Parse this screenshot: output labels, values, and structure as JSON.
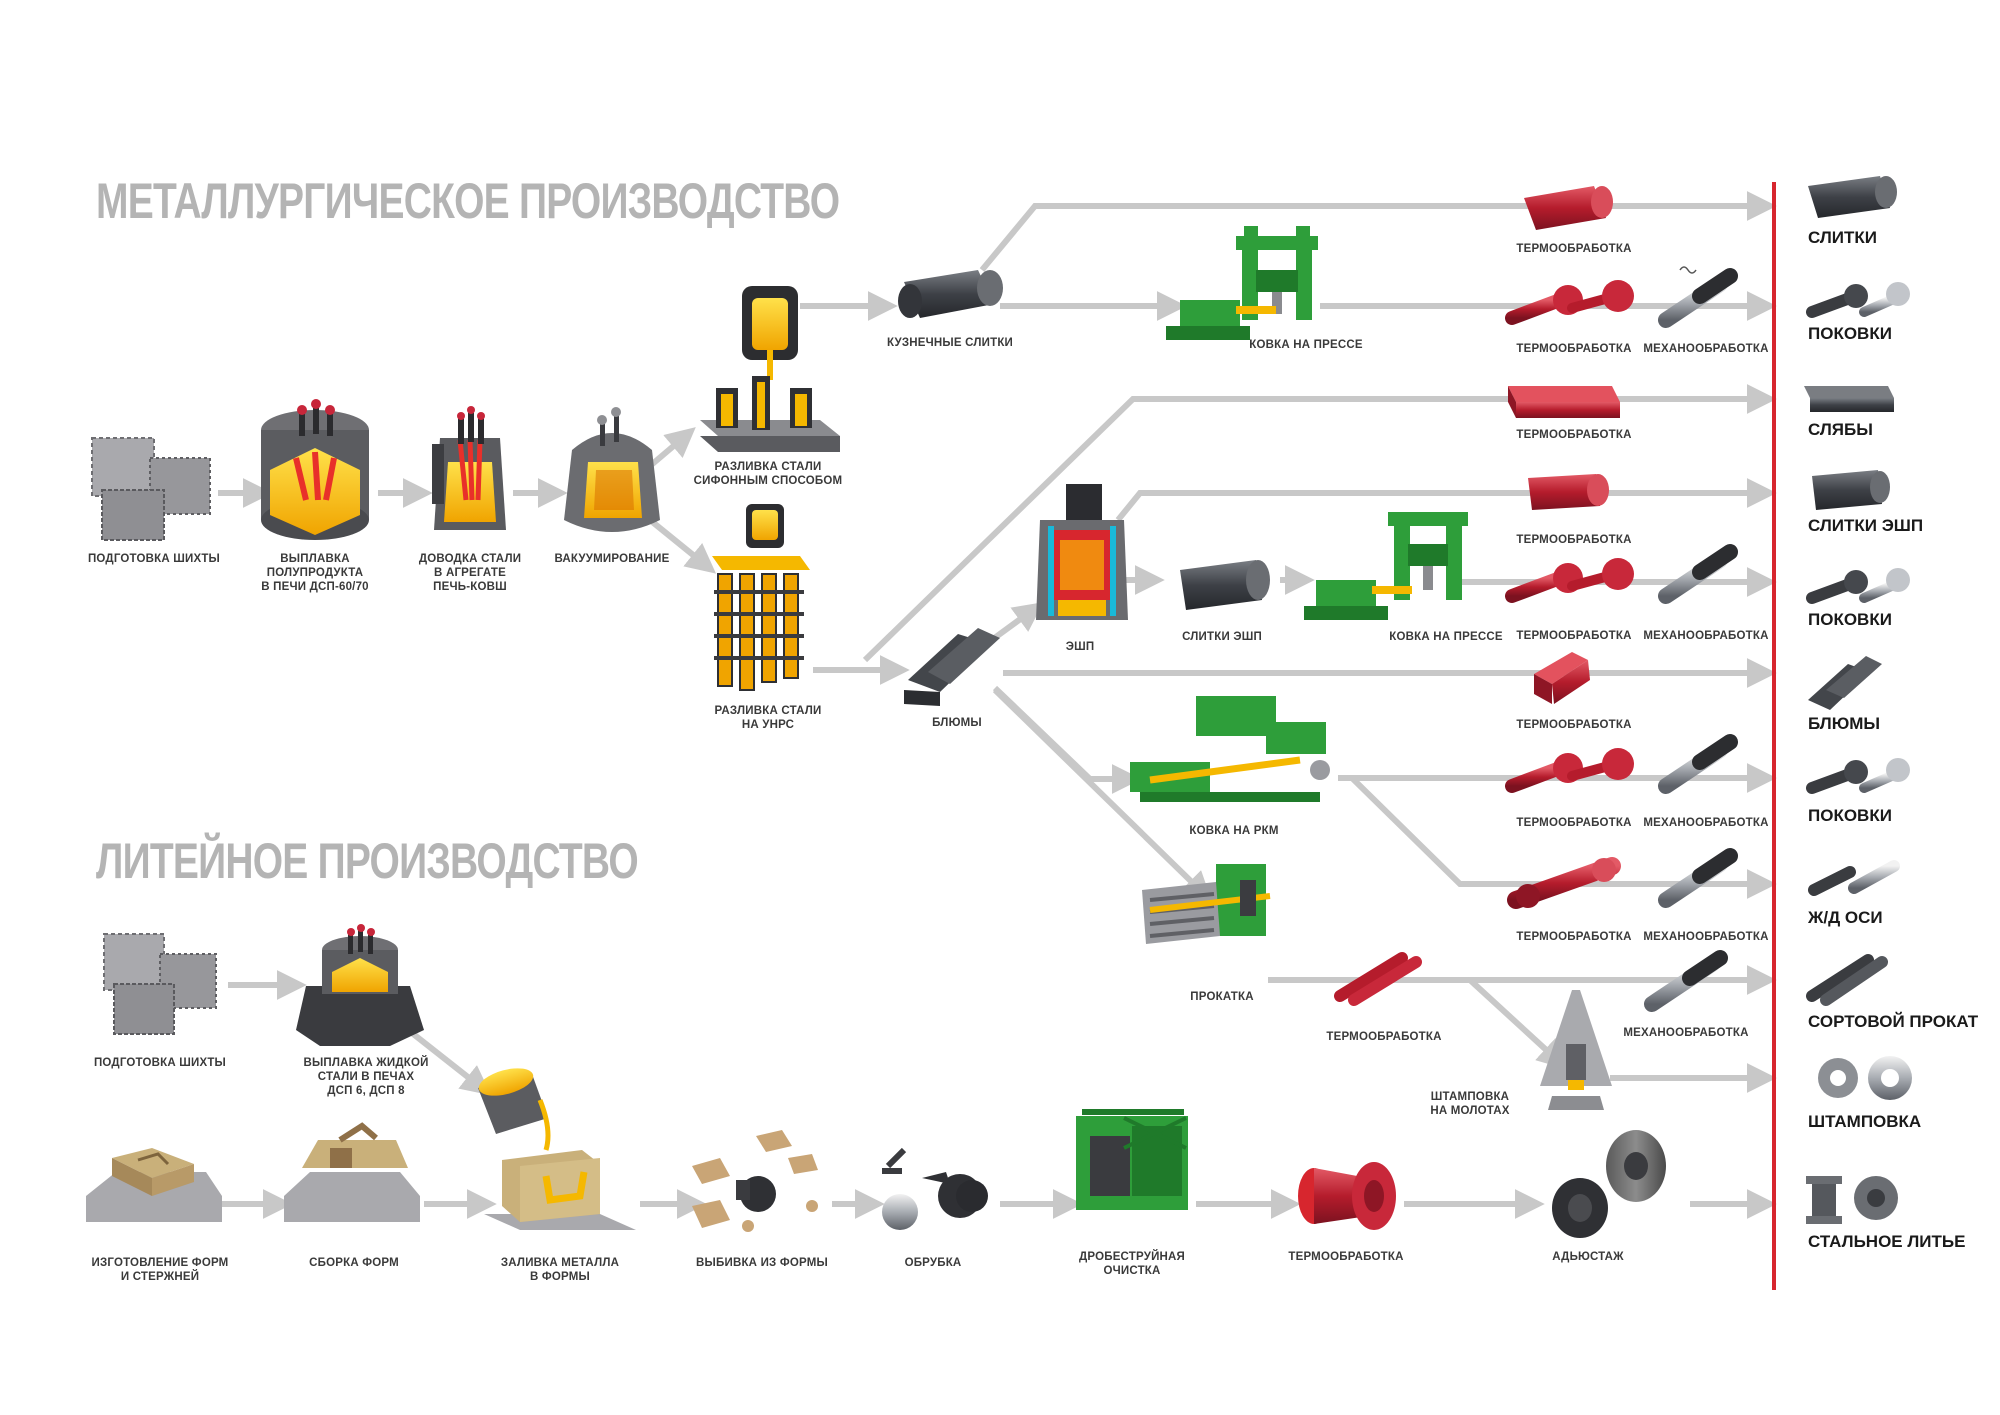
{
  "titles": {
    "metallurgy": "МЕТАЛЛУРГИЧЕСКОЕ ПРОИЗВОДСТВО",
    "foundry": "ЛИТЕЙНОЕ ПРОИЗВОДСТВО"
  },
  "steps": {
    "prep1": "ПОДГОТОВКА ШИХТЫ",
    "melt1": "ВЫПЛАВКА\nПОЛУПРОДУКТА\nВ ПЕЧИ ДСП-60/70",
    "refine": "ДОВОДКА СТАЛИ\nВ АГРЕГАТЕ\nПЕЧЬ-КОВШ",
    "vacuum": "ВАКУУМИРОВАНИЕ",
    "siphon": "РАЗЛИВКА СТАЛИ\nСИФОННЫМ СПОСОБОМ",
    "unrs": "РАЗЛИВКА СТАЛИ\nНА УНРС",
    "forge_ingots": "КУЗНЕЧНЫЕ СЛИТКИ",
    "press1": "КОВКА НА ПРЕССЕ",
    "blooms": "БЛЮМЫ",
    "esr": "ЭШП",
    "esr_ingots": "СЛИТКИ ЭШП",
    "press2": "КОВКА НА ПРЕССЕ",
    "rkm": "КОВКА НА РКМ",
    "rolling": "ПРОКАТКА",
    "stamp_hammer": "ШТАМПОВКА\nНА МОЛОТАХ",
    "heat_treat": "ТЕРМООБРАБОТКА",
    "machining": "МЕХАНООБРАБОТКА",
    "prep2": "ПОДГОТОВКА ШИХТЫ",
    "melt2": "ВЫПЛАВКА ЖИДКОЙ\nСТАЛИ В ПЕЧАХ\nДСП 6, ДСП 8",
    "molds": "ИЗГОТОВЛЕНИЕ ФОРМ\nИ СТЕРЖНЕЙ",
    "assembly": "СБОРКА ФОРМ",
    "pouring": "ЗАЛИВКА МЕТАЛЛА\nВ ФОРМЫ",
    "knockout": "ВЫБИВКА ИЗ ФОРМЫ",
    "trimming": "ОБРУБКА",
    "shot": "ДРОБЕСТРУЙНАЯ\nОЧИСТКА",
    "adjust": "АДЬЮСТАЖ"
  },
  "products": [
    "СЛИТКИ",
    "ПОКОВКИ",
    "СЛЯБЫ",
    "СЛИТКИ ЭШП",
    "ПОКОВКИ",
    "БЛЮМЫ",
    "ПОКОВКИ",
    "Ж/Д ОСИ",
    "СОРТОВОЙ ПРОКАТ",
    "ШТАМПОВКА",
    "СТАЛЬНОЕ ЛИТЬЕ"
  ],
  "colors": {
    "arrow": "#c8c8c8",
    "accent_line": "#d7262e",
    "title_gray": "#b4b4b4",
    "molten": "#f5b800",
    "machine_green": "#2e9e3a",
    "heat_red": "#c8283a",
    "steel_dark": "#4a4d52"
  }
}
